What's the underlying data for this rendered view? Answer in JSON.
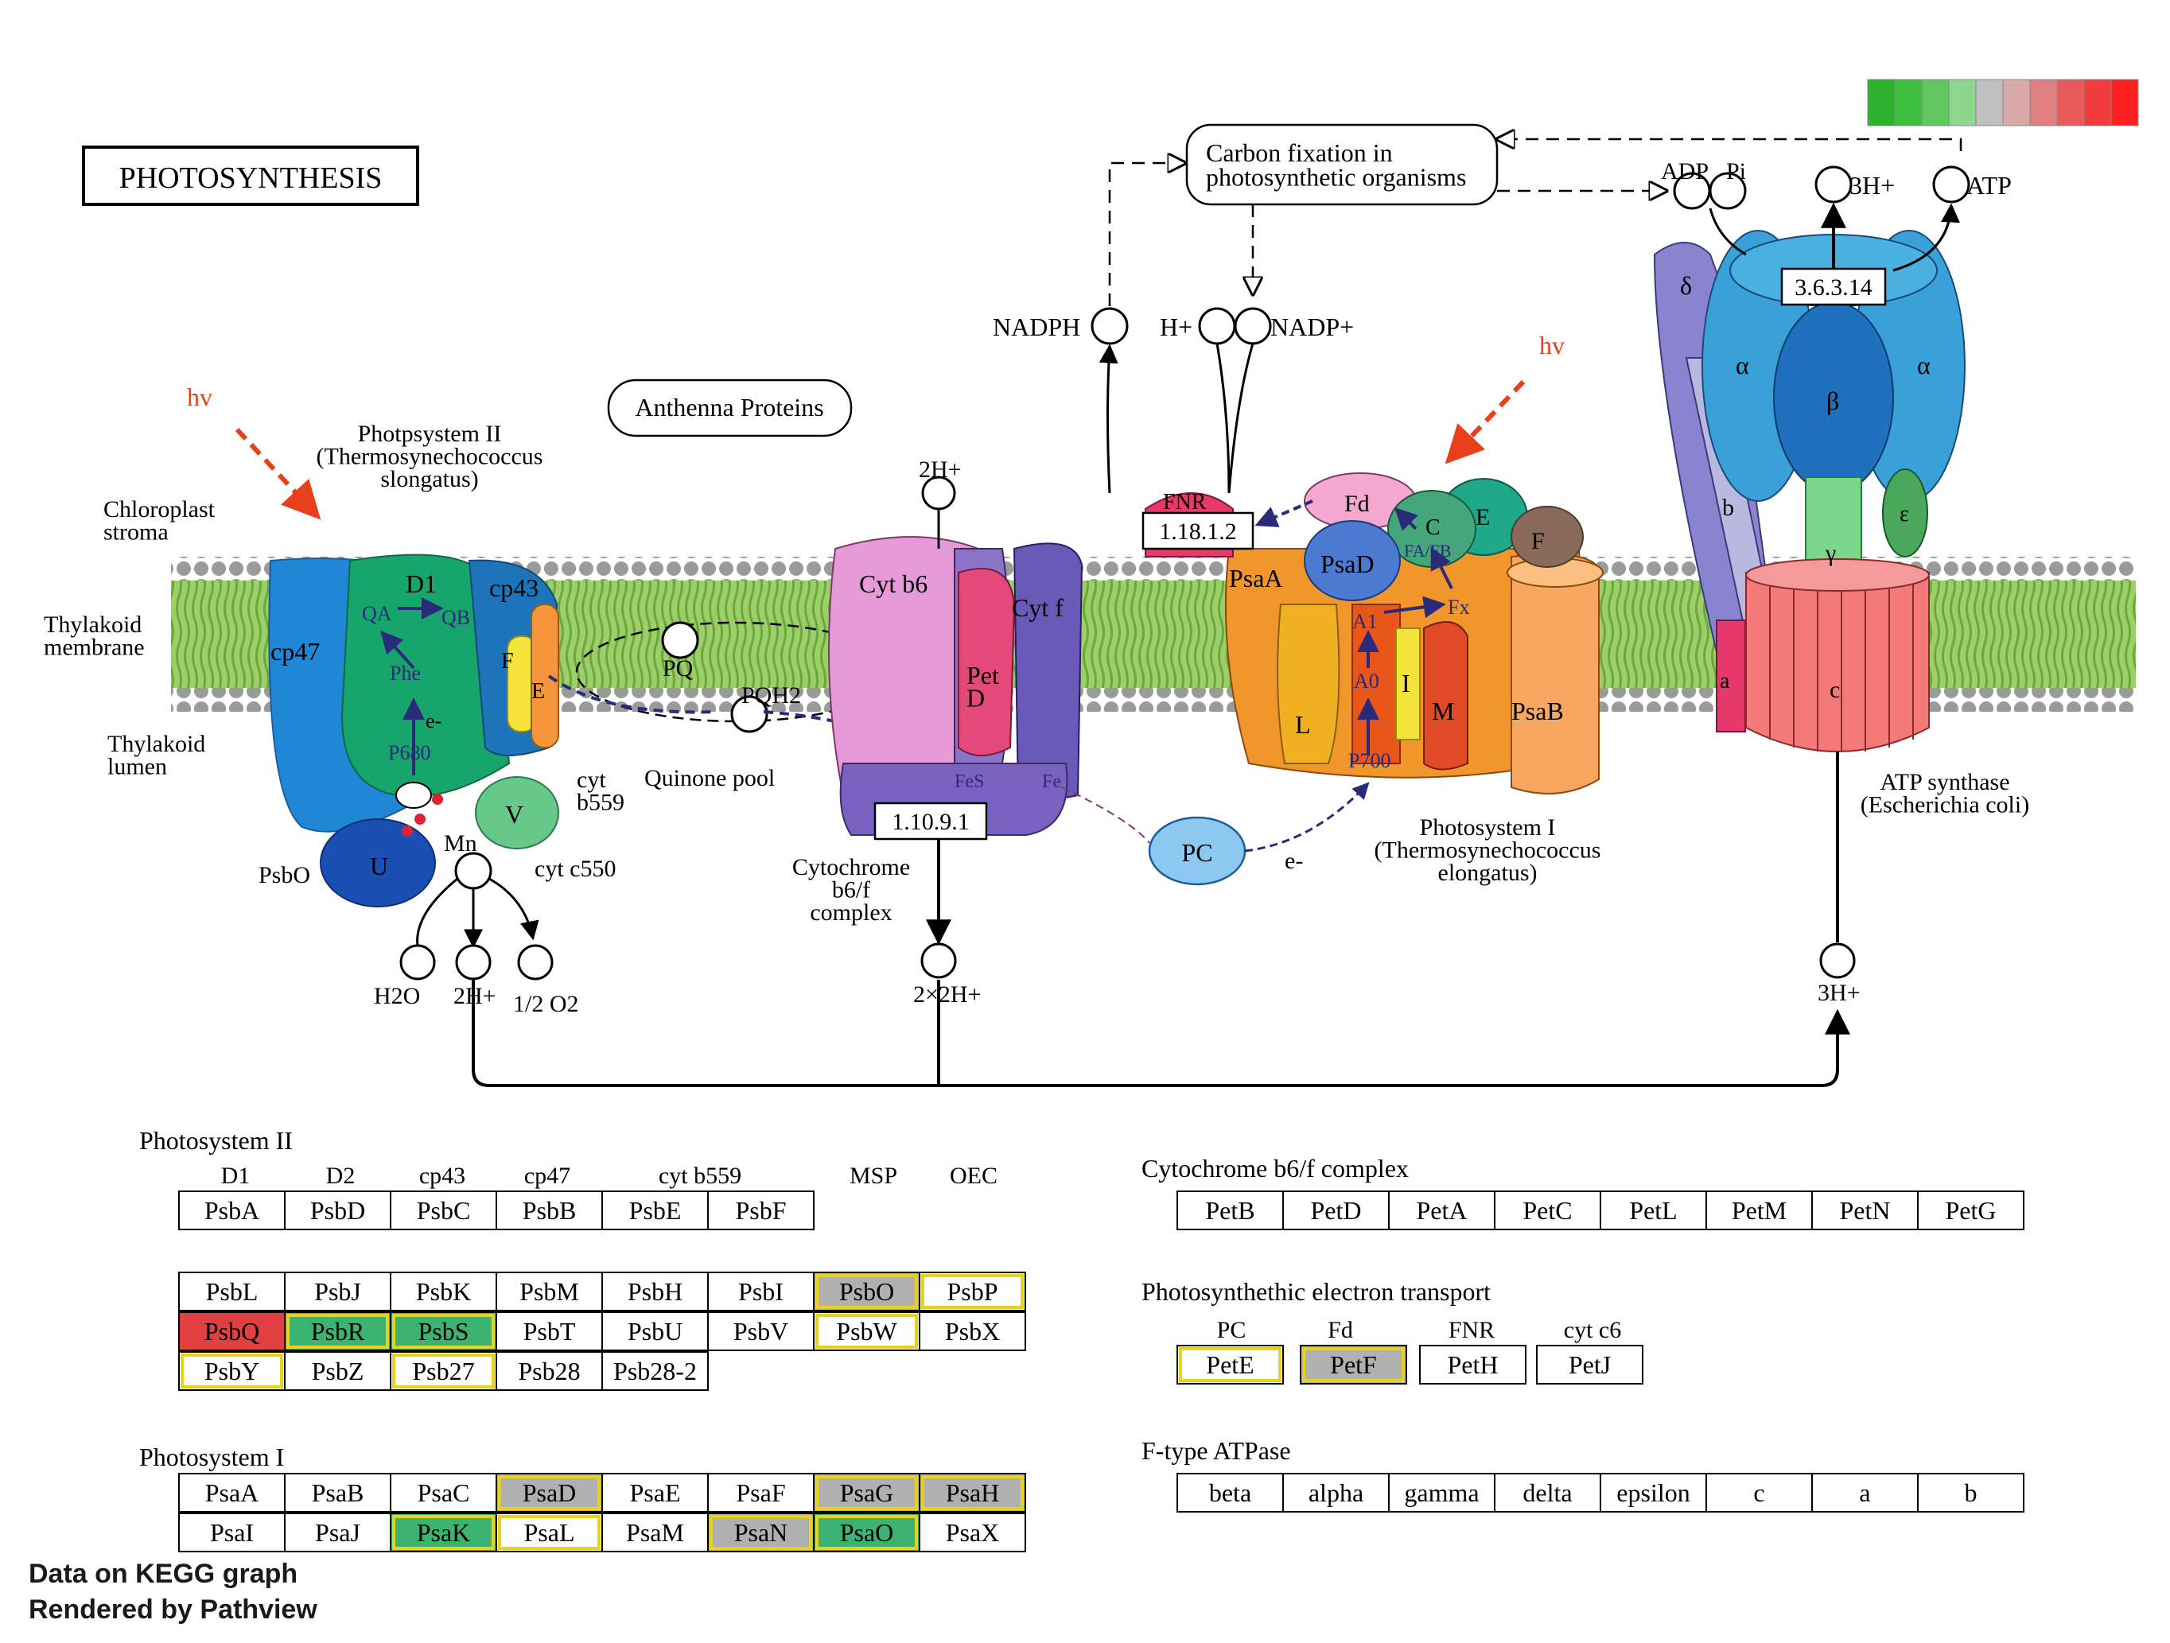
{
  "title": "PHOTOSYNTHESIS",
  "footer": {
    "line1": "Data on KEGG graph",
    "line2": "Rendered by Pathview"
  },
  "legend_colors": [
    "#2db32d",
    "#3fbf3f",
    "#5fc95f",
    "#8fd68f",
    "#c0c0c0",
    "#d9a8a8",
    "#e08080",
    "#e85a5a",
    "#f03c3c",
    "#ff2020"
  ],
  "diagram": {
    "hv": "hv",
    "stroma": "Chloroplast\nstroma",
    "thylakoid_membrane": "Thylakoid\nmembrane",
    "lumen": "Thylakoid\nlumen",
    "ps2_title": "Photpsystem II\n(Thermosynechococcus\nslongatus)",
    "antenna": "Anthenna Proteins",
    "carbon_fixation": "Carbon fixation in\nphotosynthetic organisms",
    "nadph": "NADPH",
    "hplus": "H+",
    "nadpplus": "NADP+",
    "adp": "ADP",
    "pi": "Pi",
    "h3plus": "3H+",
    "atp": "ATP",
    "ec_atp": "3.6.3.14",
    "ec_fnr": "1.18.1.2",
    "ec_cyt": "1.10.9.1",
    "h2plus_top": "2H+",
    "h2x2plus": "2×2H+",
    "h3plus_bottom": "3H+",
    "h2o": "H2O",
    "h2plus_bottom": "2H+",
    "o2": "1/2 O2",
    "mn": "Mn",
    "pq": "PQ",
    "pqh2": "PQH2",
    "quinone_pool": "Quinone pool",
    "cyt_b559": "cyt\nb559",
    "cyt_c550": "cyt c550",
    "psbo": "PsbO",
    "cyt_complex": "Cytochrome\nb6/f\ncomplex",
    "pc": "PC",
    "e_minus": "e-",
    "ps1_title": "Photosystem I\n(Thermosynechococcus\nelongatus)",
    "atp_synthase": "ATP synthase\n(Escherichia coli)",
    "labels": {
      "cp47": "cp47",
      "d1": "D1",
      "cp43": "cp43",
      "qa": "QA",
      "qb": "QB",
      "phe": "Phe",
      "p680": "P680",
      "e": "e-",
      "f": "F",
      "E": "E",
      "u": "U",
      "v": "V",
      "cytb6": "Cyt b6",
      "petd": "Pet\nD",
      "cytf": "Cyt f",
      "fes": "FeS",
      "fe": "Fe",
      "fnr": "FNR",
      "fd": "Fd",
      "psaa": "PsaA",
      "psad": "PsaD",
      "c": "C",
      "ps1e": "E",
      "ps1f": "F",
      "fafb": "FA/FB",
      "fx": "Fx",
      "a1": "A1",
      "a0": "A0",
      "p700": "P700",
      "l": "L",
      "i": "I",
      "m": "M",
      "psab": "PsaB",
      "delta": "δ",
      "alpha": "α",
      "beta": "β",
      "gamma": "γ",
      "epsilon": "ε",
      "b": "b",
      "a": "a",
      "c_sub": "c"
    }
  },
  "tables": {
    "psii": {
      "title": "Photosystem II",
      "headers": [
        "D1",
        "D2",
        "cp43",
        "cp47",
        "cyt b559",
        "MSP",
        "OEC"
      ],
      "row1": [
        "PsbA",
        "PsbD",
        "PsbC",
        "PsbB",
        "PsbE",
        "PsbF"
      ],
      "row2": [
        "PsbL",
        "PsbJ",
        "PsbK",
        "PsbM",
        "PsbH",
        "PsbI",
        "PsbO",
        "PsbP"
      ],
      "row3": [
        "PsbQ",
        "PsbR",
        "PsbS",
        "PsbT",
        "PsbU",
        "PsbV",
        "PsbW",
        "PsbX"
      ],
      "row4": [
        "PsbY",
        "PsbZ",
        "Psb27",
        "Psb28",
        "Psb28-2"
      ]
    },
    "psi": {
      "title": "Photosystem I",
      "row1": [
        "PsaA",
        "PsaB",
        "PsaC",
        "PsaD",
        "PsaE",
        "PsaF",
        "PsaG",
        "PsaH"
      ],
      "row2": [
        "PsaI",
        "PsaJ",
        "PsaK",
        "PsaL",
        "PsaM",
        "PsaN",
        "PsaO",
        "PsaX"
      ]
    },
    "cyt": {
      "title": "Cytochrome b6/f complex",
      "row": [
        "PetB",
        "PetD",
        "PetA",
        "PetC",
        "PetL",
        "PetM",
        "PetN",
        "PetG"
      ]
    },
    "pet": {
      "title": "Photosynthethic electron transport",
      "headers": [
        "PC",
        "Fd",
        "FNR",
        "cyt c6"
      ],
      "row": [
        "PetE",
        "PetF",
        "PetH",
        "PetJ"
      ]
    },
    "atpase": {
      "title": "F-type ATPase",
      "row": [
        "beta",
        "alpha",
        "gamma",
        "delta",
        "epsilon",
        "c",
        "a",
        "b"
      ]
    }
  },
  "gene_fills": {
    "PsbQ": "#e04040",
    "PsbR": "#3cb371",
    "PsbS": "#3cb371",
    "PsbO": "#b0b0b0",
    "PsaD": "#b0b0b0",
    "PsaG": "#b0b0b0",
    "PsaH": "#b0b0b0",
    "PsaN": "#b0b0b0",
    "PsaK": "#3cb371",
    "PsaO": "#3cb371",
    "PetF": "#b0b0b0"
  },
  "gene_yellow_border": [
    "PsbO",
    "PsbP",
    "PsbW",
    "PsbY",
    "Psb27",
    "PsbR",
    "PsbS",
    "PsaD",
    "PsaG",
    "PsaH",
    "PsaK",
    "PsaL",
    "PsaO",
    "PsaN",
    "PetE",
    "PetF"
  ]
}
